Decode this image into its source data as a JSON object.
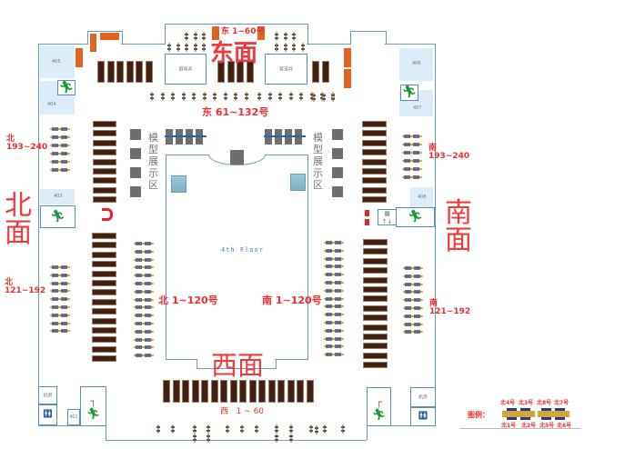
{
  "floor_label": "4th Floor",
  "faces": {
    "east": "东面",
    "west": "西面",
    "north": "北面",
    "south": "南面"
  },
  "zones": {
    "east_1_60": "东 1~60号",
    "east_61_132": "东 61~132号",
    "north_193_240": "北\n193~240",
    "north_121_192": "北\n121~192",
    "north_1_120": "北 1~120号",
    "south_193_240": "南\n193~240",
    "south_121_192": "南\n121~192",
    "south_1_120": "南 1~120号",
    "west_1_60": "西   1 ~ 60"
  },
  "rooms": {
    "r405": "405",
    "r404": "404",
    "r403": "403",
    "r406": "406",
    "r407": "407",
    "r408": "408",
    "r402": "402",
    "weak_power_shaft": "弱电井",
    "pipe_shaft": "管道井",
    "machine_room_left": "机房",
    "machine_room_right": "机房"
  },
  "model_area_label": "模型展示区",
  "legend": {
    "title": "图例：",
    "top_labels": [
      "北4号",
      "北3号",
      "北8号",
      "北7号"
    ],
    "bottom_labels": [
      "北1号",
      "北2号",
      "北5号",
      "北6号"
    ]
  },
  "colors": {
    "wall": "#6a9cc0",
    "room_fill": "#dcedf9",
    "booth_brown": "#42200f",
    "orange_block": "#e06420",
    "label_red": "#ef2f2f",
    "seat_gold": "#d4a43a",
    "seat_navy": "#4a5880",
    "exit_green": "#1b9a3a"
  },
  "icons": {
    "exit": "emergency-exit-icon",
    "stairs": "stairs-icon",
    "restroom": "restroom-icon",
    "elevator": "elevator-icon",
    "fire_hydrant": "fire-extinguisher-icon"
  }
}
